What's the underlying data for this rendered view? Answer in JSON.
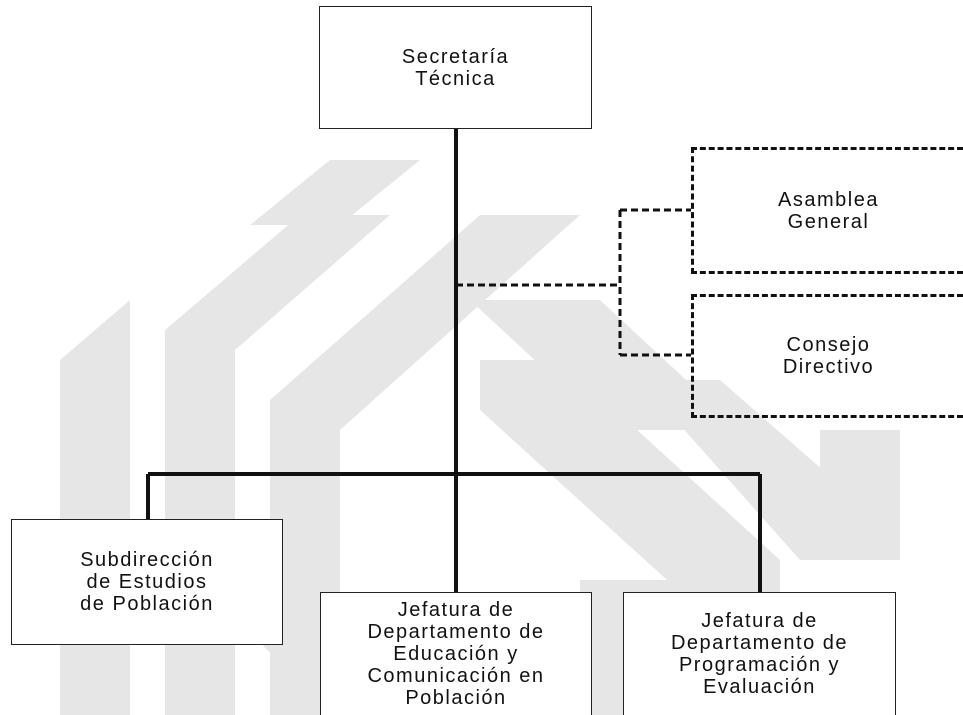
{
  "diagram": {
    "type": "org-chart",
    "root": {
      "id": "secretaria",
      "label": "Secretaría\nTécnica"
    },
    "advisory": [
      {
        "id": "asamblea",
        "label": "Asamblea\nGeneral",
        "relation": "dashed"
      },
      {
        "id": "consejo",
        "label": "Consejo\nDirectivo",
        "relation": "dashed"
      }
    ],
    "subordinates": [
      {
        "id": "subdireccion",
        "label": "Subdirección\nde Estudios\nde Población"
      },
      {
        "id": "educacion",
        "label": "Jefatura de\nDepartamento de\nEducación y\nComunicación en\nPoblación"
      },
      {
        "id": "programacion",
        "label": "Jefatura de\nDepartamento de\nProgramación y\nEvaluación"
      }
    ],
    "edges": [
      {
        "from": "secretaria",
        "to": "asamblea",
        "style": "dashed"
      },
      {
        "from": "secretaria",
        "to": "consejo",
        "style": "dashed"
      },
      {
        "from": "secretaria",
        "to": "subdireccion",
        "style": "solid"
      },
      {
        "from": "secretaria",
        "to": "educacion",
        "style": "solid"
      },
      {
        "from": "secretaria",
        "to": "programacion",
        "style": "solid"
      }
    ],
    "colors": {
      "line": "#111111",
      "watermark": "#e6e6e6"
    }
  }
}
